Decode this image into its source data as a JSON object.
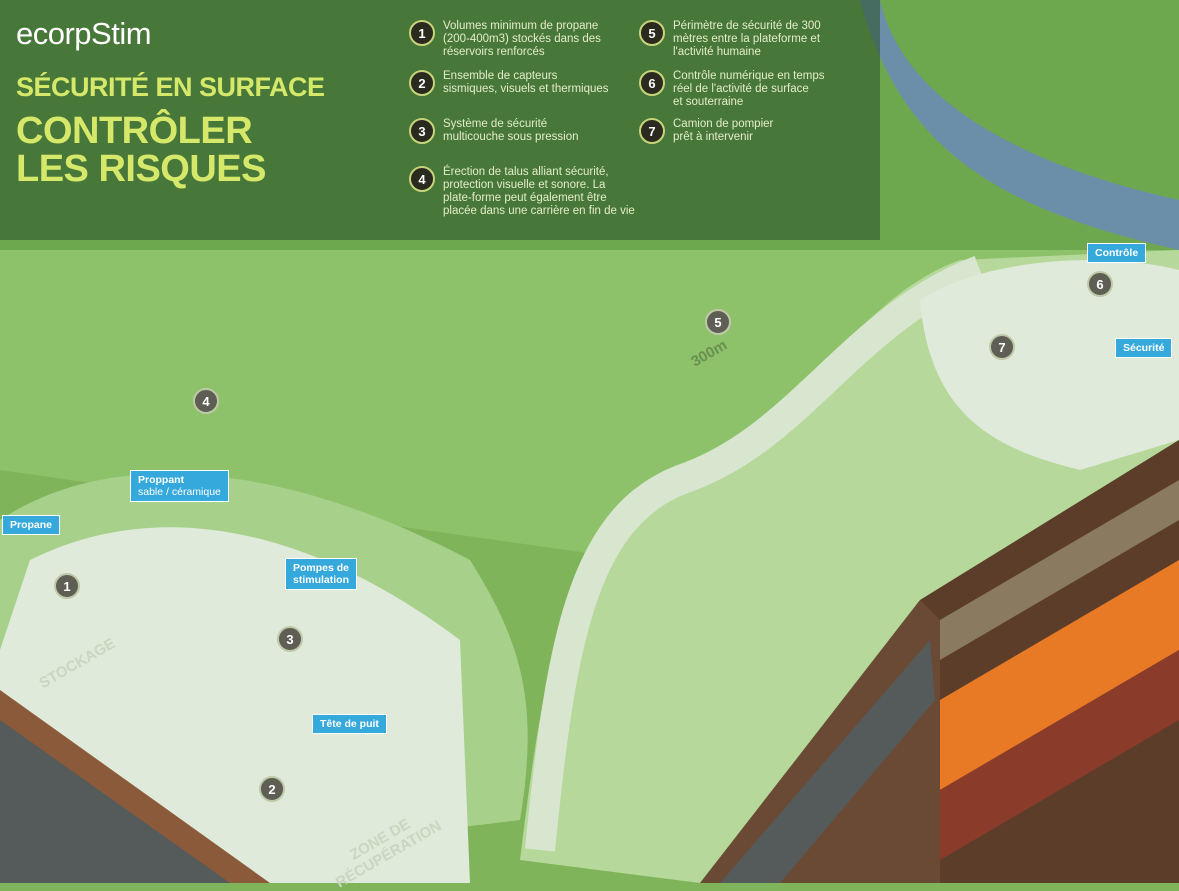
{
  "header": {
    "logo": "ecorpStim",
    "subtitle": "SÉCURITÉ EN SURFACE",
    "title": "CONTRÔLER LES RISQUES"
  },
  "legend": [
    {
      "n": "1",
      "text": "Volumes minimum de propane\n(200-400m3) stockés dans des\nréservoirs renforcés"
    },
    {
      "n": "2",
      "text": "Ensemble de capteurs\nsismiques, visuels et thermiques"
    },
    {
      "n": "3",
      "text": "Système de sécurité\nmulticouche sous pression"
    },
    {
      "n": "4",
      "text": "Érection de talus alliant sécurité,\nprotection visuelle et sonore. La\nplate-forme peut également être\nplacée dans une carrière en fin de vie"
    },
    {
      "n": "5",
      "text": "Périmètre de sécurité de 300\nmètres entre la plateforme et\nl'activité humaine"
    },
    {
      "n": "6",
      "text": "Contrôle numérique en temps\nréel de l'activité de surface\net souterraine"
    },
    {
      "n": "7",
      "text": "Camion de pompier\nprêt à intervenir"
    }
  ],
  "labels": {
    "propane": "Propane",
    "proppant": "Proppant",
    "proppant_sub": "sable / céramique",
    "pompes": "Pompes de\nstimulation",
    "tete": "Tête de puit",
    "controle": "Contrôle",
    "securite": "Sécurité"
  },
  "ground": {
    "stockage": "STOCKAGE",
    "recup": "ZONE DE\nRÉCUPÉRATION",
    "distance": "300m"
  },
  "markers": [
    "1",
    "2",
    "3",
    "4",
    "5",
    "6",
    "7"
  ]
}
